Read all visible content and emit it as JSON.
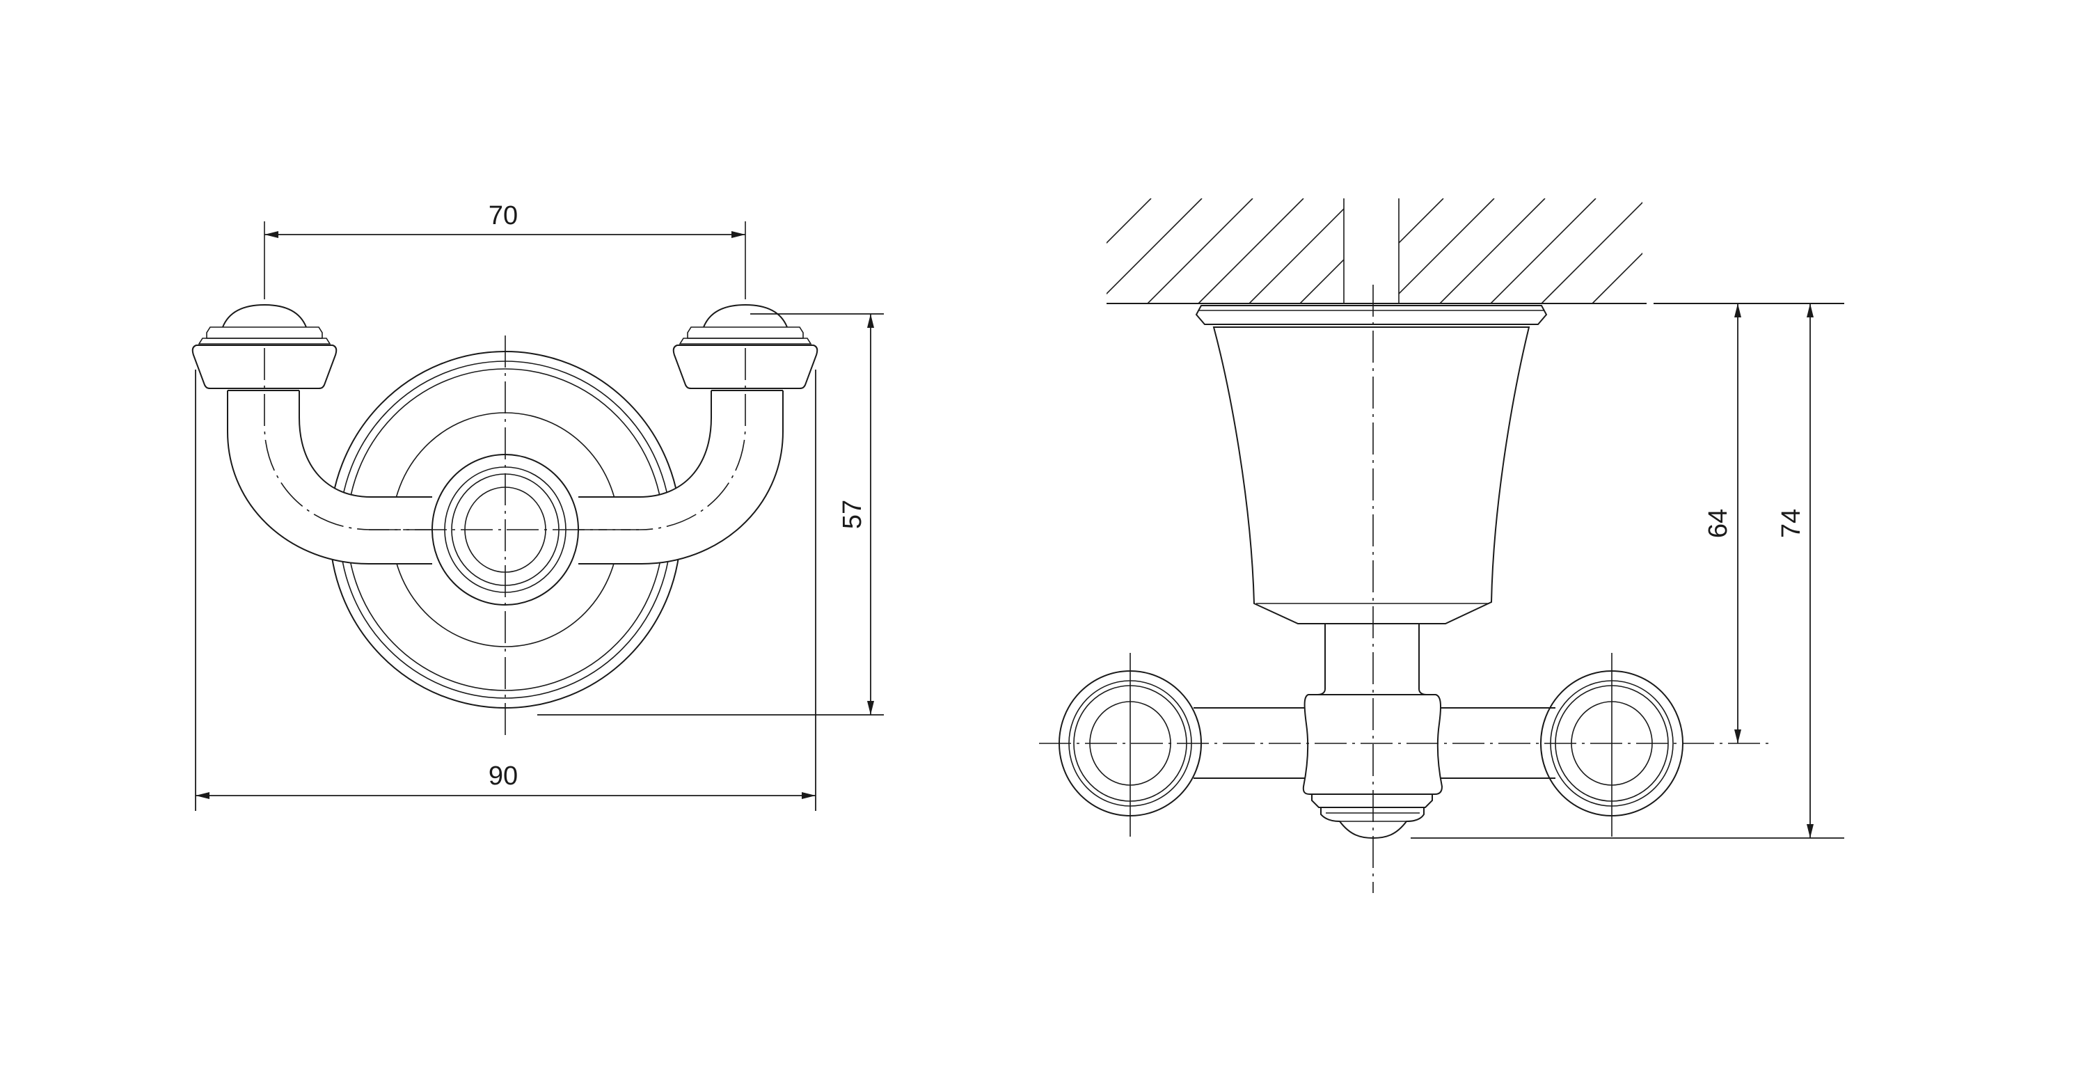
{
  "dimensions": {
    "front_hook_spacing": "70",
    "front_overall_width": "90",
    "front_height": "57",
    "side_to_hook_center": "64",
    "side_overall_depth": "74"
  },
  "colors": {
    "line": "#1a1a1a",
    "background": "#ffffff"
  }
}
